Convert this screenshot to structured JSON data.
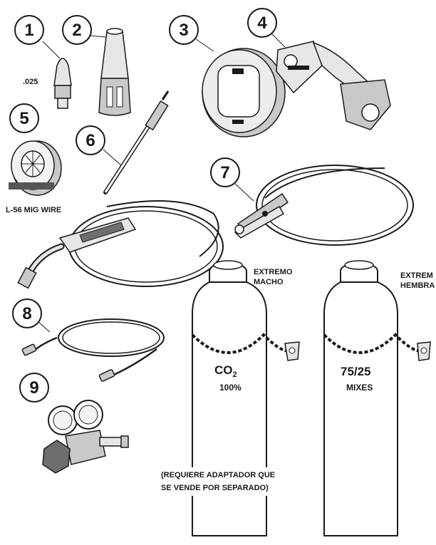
{
  "callouts": [
    "1",
    "2",
    "3",
    "4",
    "5",
    "6",
    "7",
    "8",
    "9"
  ],
  "labels": {
    "tip_size": ".025",
    "wire": "L-56 MIG WIRE",
    "male_end_line1": "EXTREMO",
    "male_end_line2": "MACHO",
    "female_end_line1": "EXTREM",
    "female_end_line2": "HEMBRA",
    "co2_main": "CO",
    "co2_sub": "2",
    "co2_pct": "100%",
    "mix_main": "75/25",
    "mix_sub": "MIXES",
    "note_line1": "(REQUIERE ADAPTADOR QUE",
    "note_line2": "SE VENDE POR SEPARADO)"
  }
}
